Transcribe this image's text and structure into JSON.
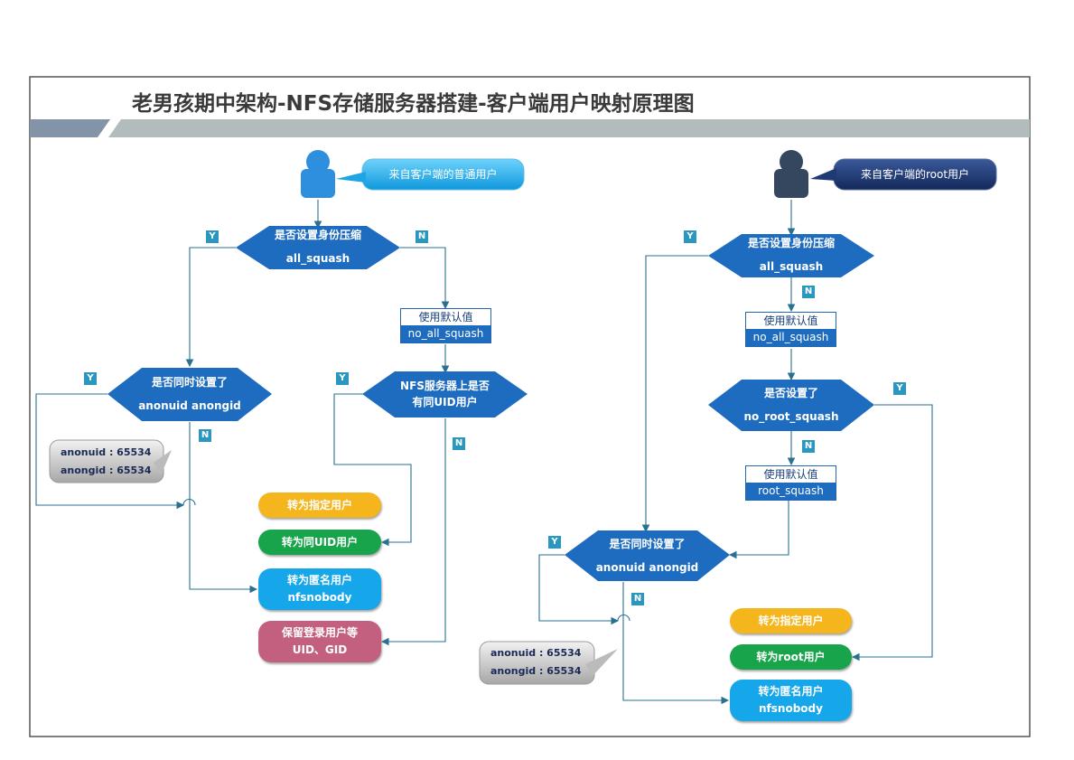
{
  "title": "老男孩期中架构-NFS存储服务器搭建-客户端用户映射原理图",
  "left": {
    "user_label": "来自客户端的普通用户",
    "q1": [
      "是否设置身份压缩",
      "all_squash"
    ],
    "y1": "Y",
    "n1": "N",
    "default1": [
      "使用默认值",
      "no_all_squash"
    ],
    "q2": [
      "是否同时设置了",
      "anonuid anongid"
    ],
    "y2": "Y",
    "n2": "N",
    "q3": [
      "NFS服务器上是否",
      "有同UID用户"
    ],
    "y3": "Y",
    "n3": "N",
    "note": [
      "anonuid : 65534",
      "anongid : 65534"
    ],
    "results": {
      "specified": "转为指定用户",
      "same_uid": "转为同UID用户",
      "anon": [
        "转为匿名用户",
        "nfsnobody"
      ],
      "keep": [
        "保留登录用户等",
        "UID、GID"
      ]
    }
  },
  "right": {
    "user_label": "来自客户端的root用户",
    "q1": [
      "是否设置身份压缩",
      "all_squash"
    ],
    "y1": "Y",
    "n1": "N",
    "default1": [
      "使用默认值",
      "no_all_squash"
    ],
    "q2": [
      "是否设置了",
      "no_root_squash"
    ],
    "y2": "Y",
    "n2": "N",
    "default2": [
      "使用默认值",
      "root_squash"
    ],
    "q3": [
      "是否同时设置了",
      "anonuid anongid"
    ],
    "y3": "Y",
    "n3": "N",
    "note": [
      "anonuid : 65534",
      "anongid : 65534"
    ],
    "results": {
      "specified": "转为指定用户",
      "root": "转为root用户",
      "anon": [
        "转为匿名用户",
        "nfsnobody"
      ]
    }
  },
  "colors": {
    "diamond": "#1e6cc0",
    "line": "#2a7090",
    "yn_badge": "#2a97c0",
    "specified": "#f5b51c",
    "same_uid": "#17a44a",
    "anon": "#16a6ea",
    "keep": "#c3607f",
    "user_left": "#2e8fde",
    "user_right": "#34475f"
  }
}
